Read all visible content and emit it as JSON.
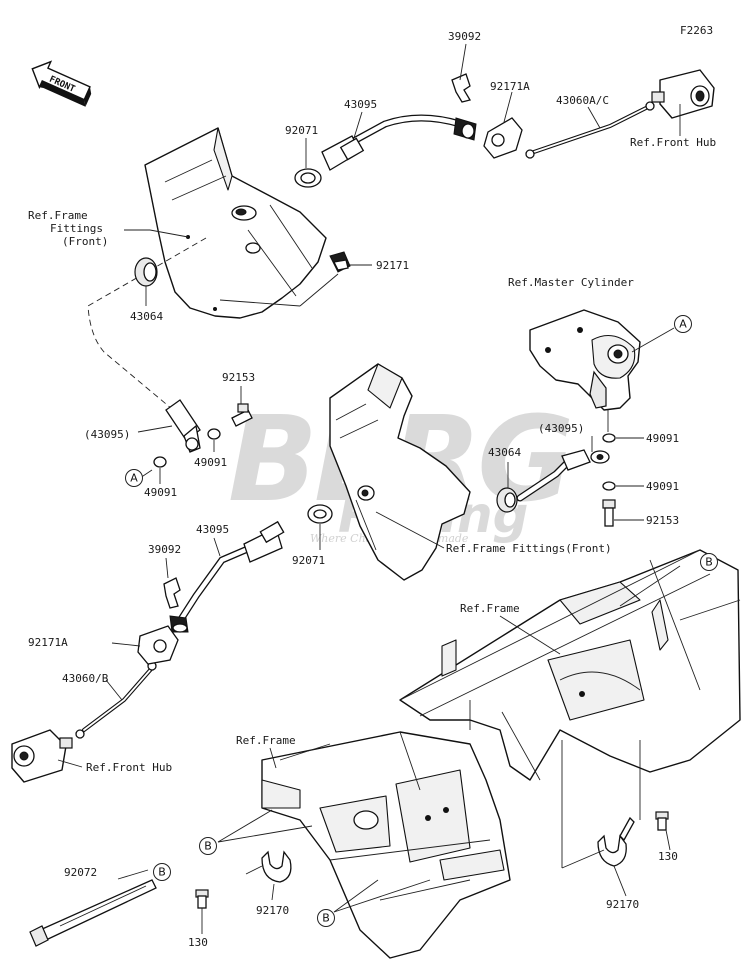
{
  "diagram_code": "F2263",
  "front_indicator": "FRONT",
  "watermark": {
    "brand": "BERG",
    "sub": "Racing",
    "tagline": "Where Champions are made"
  },
  "labels": {
    "p39092_top": "39092",
    "p92171A_top": "92171A",
    "p43060AC": "43060A/C",
    "ref_front_hub_top": "Ref.Front Hub",
    "p43095_top": "43095",
    "p92071_top": "92071",
    "ref_frame_fittings_l1": "Ref.Frame",
    "ref_frame_fittings_l2": "Fittings",
    "ref_frame_fittings_l3": "(Front)",
    "p92171": "92171",
    "p43064_left": "43064",
    "ref_master_cyl": "Ref.Master Cylinder",
    "callout_A_right": "A",
    "p92153_left": "92153",
    "p43095_paren_left": "(43095)",
    "p49091_mid": "49091",
    "callout_A_left": "A",
    "p49091_left": "49091",
    "p43095_paren_right": "(43095)",
    "p43064_right": "43064",
    "p49091_right1": "49091",
    "p49091_right2": "49091",
    "p92153_right": "92153",
    "p39092_left": "39092",
    "p43095_left": "43095",
    "p92071_mid": "92071",
    "ref_frame_fittings_front": "Ref.Frame Fittings(Front)",
    "callout_B_top": "B",
    "ref_frame_right": "Ref.Frame",
    "p92171A_left": "92171A",
    "p43060B": "43060/B",
    "ref_front_hub_left": "Ref.Front Hub",
    "ref_frame_lower": "Ref.Frame",
    "callout_B_left": "B",
    "p92072": "92072",
    "callout_B_tie": "B",
    "p130_right": "130",
    "p92170_right": "92170",
    "p92170_left": "92170",
    "p130_left": "130",
    "callout_B_bottom": "B"
  },
  "icons": {
    "front_arrow": "front-arrow-icon",
    "callout": "circled-letter-icon"
  }
}
